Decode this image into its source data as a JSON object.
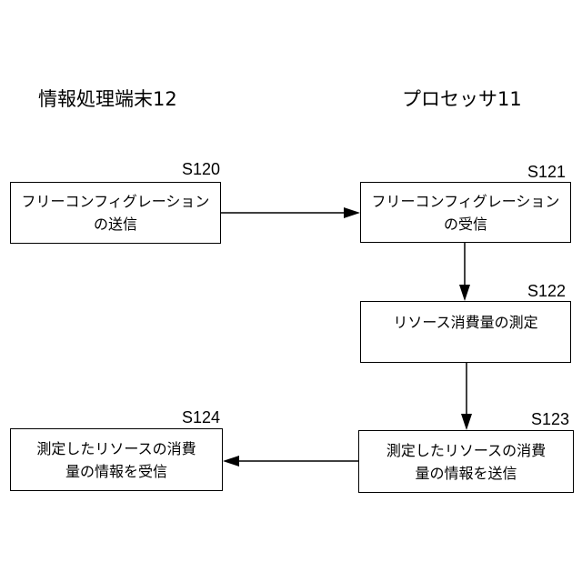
{
  "headings": {
    "left": "情報処理端末12",
    "right": "プロセッサ11"
  },
  "steps": {
    "s120": {
      "id": "S120",
      "line1": "フリーコンフィグレーション",
      "line2": "の送信"
    },
    "s121": {
      "id": "S121",
      "line1": "フリーコンフィグレーション",
      "line2": "の受信"
    },
    "s122": {
      "id": "S122",
      "line1": "リソース消費量の測定"
    },
    "s123": {
      "id": "S123",
      "line1": "測定したリソースの消費",
      "line2": "量の情報を送信"
    },
    "s124": {
      "id": "S124",
      "line1": "測定したリソースの消費",
      "line2": "量の情報を受信"
    }
  }
}
